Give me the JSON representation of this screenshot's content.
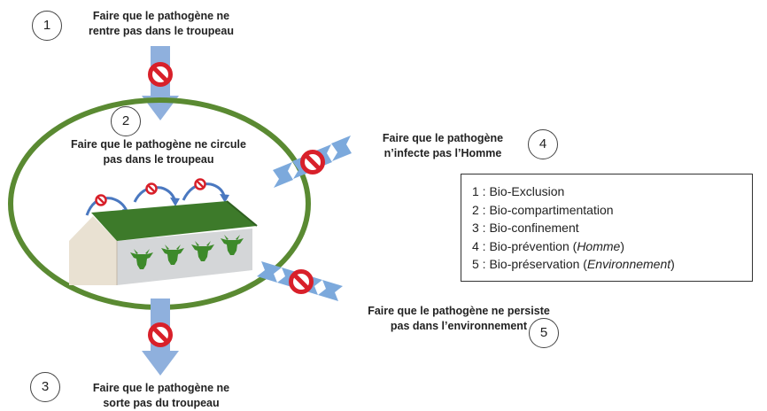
{
  "steps": [
    {
      "number": "1",
      "caption_lines": [
        "Faire que le pathogène ne",
        "rentre pas dans le troupeau"
      ]
    },
    {
      "number": "2",
      "caption_lines": [
        "Faire que le pathogène ne circule",
        "pas dans le troupeau"
      ]
    },
    {
      "number": "3",
      "caption_lines": [
        "Faire que le pathogène ne",
        "sorte pas du troupeau"
      ]
    },
    {
      "number": "4",
      "caption_lines": [
        "Faire que le pathogène",
        "n’infecte pas l’Homme"
      ]
    },
    {
      "number": "5",
      "caption_lines": [
        "Faire que le pathogène ne persiste",
        "pas dans l’environnement"
      ]
    }
  ],
  "legend": [
    {
      "prefix": "1 : ",
      "term": "Bio-Exclusion",
      "qualifier": ""
    },
    {
      "prefix": "2 : ",
      "term": "Bio-compartimentation",
      "qualifier": ""
    },
    {
      "prefix": "3 : ",
      "term": "Bio-confinement",
      "qualifier": ""
    },
    {
      "prefix": "4 : ",
      "term": "Bio-prévention",
      "qualifier": "Homme"
    },
    {
      "prefix": "5 : ",
      "term": "Bio-préservation",
      "qualifier": "Environnement"
    }
  ],
  "icons": [
    "prohibition-icon",
    "cow-head-icon",
    "barn-icon",
    "arrow-icon"
  ],
  "colors": {
    "herd_circle": "#5a8a32",
    "arrow_blue": "#8fb0dd",
    "prohibition_red": "#d8202a",
    "roof_green": "#3d7a2a",
    "cow_green": "#3d8a2a"
  }
}
